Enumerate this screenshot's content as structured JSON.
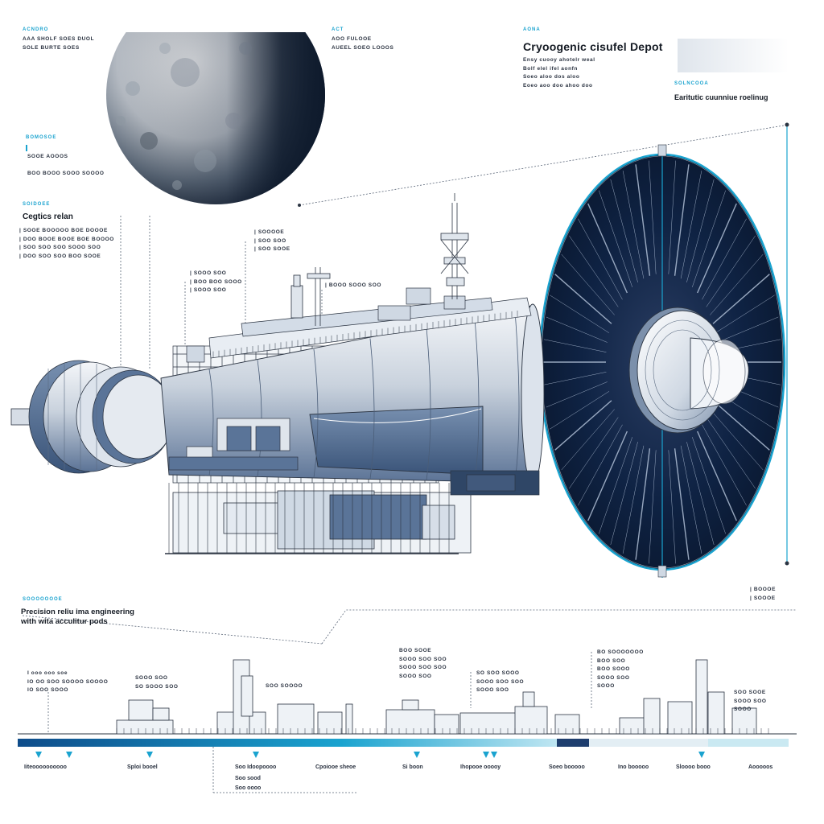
{
  "header": {
    "title": "Cryoogenic cisufel Depot",
    "title_lines": [
      "Ensy cuooy ahotelr weal",
      "Bolf elel ifel aonfn",
      "Soeo aloo dos aloo",
      "Eoeo aoo doo ahoo doo",
      "Bolf dos sots do wat"
    ],
    "tag_top_left": "ACNDRO",
    "tag_top_mid": "ACT",
    "tag_top_right": "AONA",
    "top_left_lines": [
      "AAA SHOLF SOES DUOL",
      "SOLE BURTE SOES"
    ],
    "top_mid_lines": [
      "AOO FULOOE",
      "AUEEL SOEO LOOOS"
    ]
  },
  "earth_panel": {
    "tag": "SOLNCOOA",
    "title": "Earitutic cuunniue roelinug"
  },
  "moon_panel": {
    "tag": "BOMOSOE",
    "lines": [
      "SOOE AOOOS",
      "BOO BOOO SOOO SOOOO"
    ]
  },
  "cegtics": {
    "tag": "SOIDOEE",
    "title": "Cegtics relan",
    "lines": [
      "SOOE BOOOOO BOE DOOOE",
      "DOO BOOE BOOE BOE BOOOO",
      "SOO SOO SOO SOOO SOO",
      "DOO SOO SOO BOO SOOE"
    ]
  },
  "callouts": {
    "c1": [
      "SOOOOE",
      "SOO SOO",
      "SOO SOOE"
    ],
    "c2": [
      "SOOO SOO",
      "BOO BOO SOOO",
      "SOOO SOO"
    ],
    "c3": [
      "BOOO SOOO SOO"
    ],
    "right": [
      "BOOOE",
      "SOOOE"
    ]
  },
  "precision": {
    "tag": "SOOOOOOOE",
    "line1": "Precision reliu ima engineering",
    "line2": "with wita acculitur pods"
  },
  "bottom_callouts": {
    "b1": [
      "I ooo ooo soe",
      "IO OO SOO SOOOO SOOOO",
      "IO SOO SOOO"
    ],
    "b2": [
      "SOOO SOO",
      "SO SOOO SOO"
    ],
    "b3": [
      "SOO SOOOO"
    ],
    "b4": [
      "BOO SOOE",
      "SOOO SOO SOO",
      "SOOO SOO SOO",
      "SOOO SOO"
    ],
    "b5": [
      "SO SOO SOOO",
      "SOOO SOO SOO",
      "SOOO SOO"
    ],
    "b6": [
      "BO SOOOOOOO",
      "BOO SOO",
      "BOO SOOO",
      "SOOO SOO",
      "SOOO"
    ],
    "b7": [
      "SOO SOOE",
      "SOOO SOO",
      "SOOO"
    ]
  },
  "timeline_labels": [
    "Iiteoooooooooo",
    "Sploi booel",
    "Soo Idoopoooo",
    "Soo sood",
    "Soo oooo",
    "Cpoiooe sheoe",
    "Si boon",
    "Ihopooe ooooy",
    "Soeo booooo",
    "Ino booooo",
    "Sloooo booo",
    "Aooooos"
  ],
  "colors": {
    "accent": "#1aa3cf",
    "navy": "#0f2344",
    "steel": "#4d6d92",
    "line": "#2b3442"
  }
}
